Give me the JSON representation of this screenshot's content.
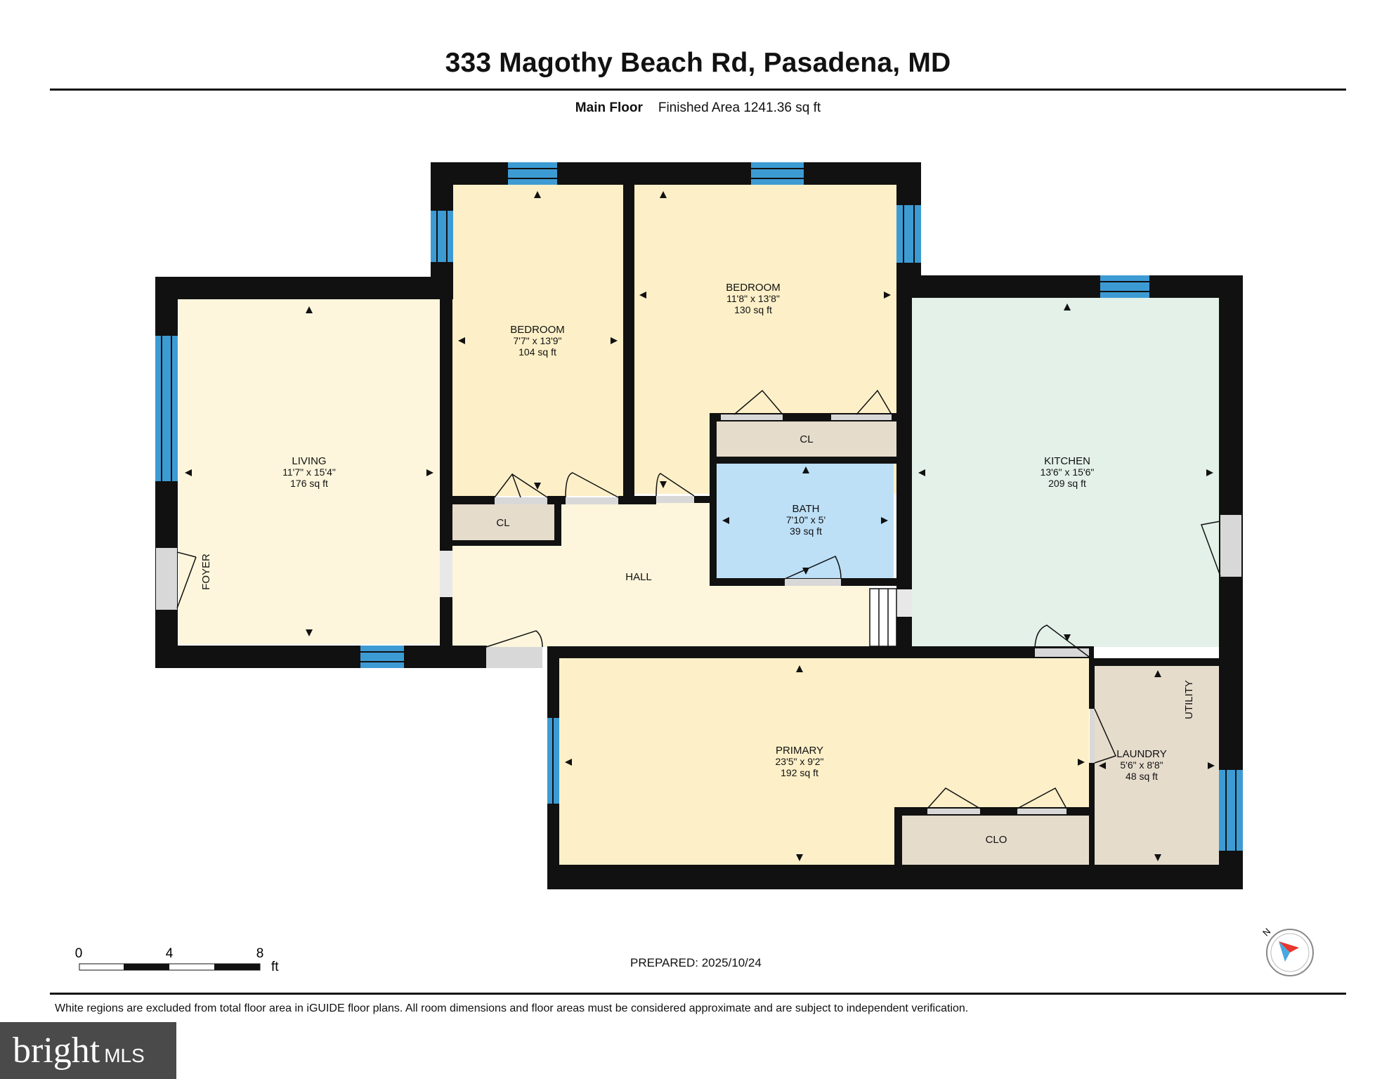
{
  "header": {
    "title": "333 Magothy Beach Rd, Pasadena, MD",
    "floor_label": "Main Floor",
    "finished_area": "Finished Area 1241.36 sq ft"
  },
  "rooms": {
    "living": {
      "name": "LIVING",
      "dims": "11'7\" x 15'4\"",
      "area": "176 sq ft"
    },
    "bedroom1": {
      "name": "BEDROOM",
      "dims": "7'7\" x 13'9\"",
      "area": "104 sq ft"
    },
    "bedroom2": {
      "name": "BEDROOM",
      "dims": "11'8\" x 13'8\"",
      "area": "130 sq ft"
    },
    "kitchen": {
      "name": "KITCHEN",
      "dims": "13'6\" x 15'6\"",
      "area": "209 sq ft"
    },
    "bath": {
      "name": "BATH",
      "dims": "7'10\" x 5'",
      "area": "39 sq ft"
    },
    "primary": {
      "name": "PRIMARY",
      "dims": "23'5\" x 9'2\"",
      "area": "192 sq ft"
    },
    "laundry": {
      "name": "LAUNDRY",
      "dims": "5'6\" x 8'8\"",
      "area": "48 sq ft"
    },
    "hall": {
      "name": "HALL"
    },
    "foyer": {
      "name": "FOYER"
    },
    "utility": {
      "name": "UTILITY"
    },
    "closet_bedroom1": {
      "name": "CL"
    },
    "closet_bedroom2": {
      "name": "CL"
    },
    "closet_primary": {
      "name": "CLO"
    }
  },
  "scale_bar": {
    "labels": [
      "0",
      "4",
      "8"
    ],
    "unit": "ft"
  },
  "compass": {
    "label": "N"
  },
  "prepared": "PREPARED: 2025/10/24",
  "disclaimer": "White regions are excluded from total floor area in iGUIDE floor plans. All room dimensions and floor areas must be considered approximate and are subject to independent verification.",
  "logo": {
    "word": "bright",
    "suffix": "MLS"
  },
  "colors": {
    "wall": "#111111",
    "window": "#3d9bd4",
    "bedroom_fill": "#fdf0c8",
    "living_fill": "#fdf6dc",
    "kitchen_fill": "#e3f1e8",
    "bath_fill": "#bde0f7",
    "closet_fill": "#e6dccc",
    "laundry_fill": "#e6dccc"
  }
}
